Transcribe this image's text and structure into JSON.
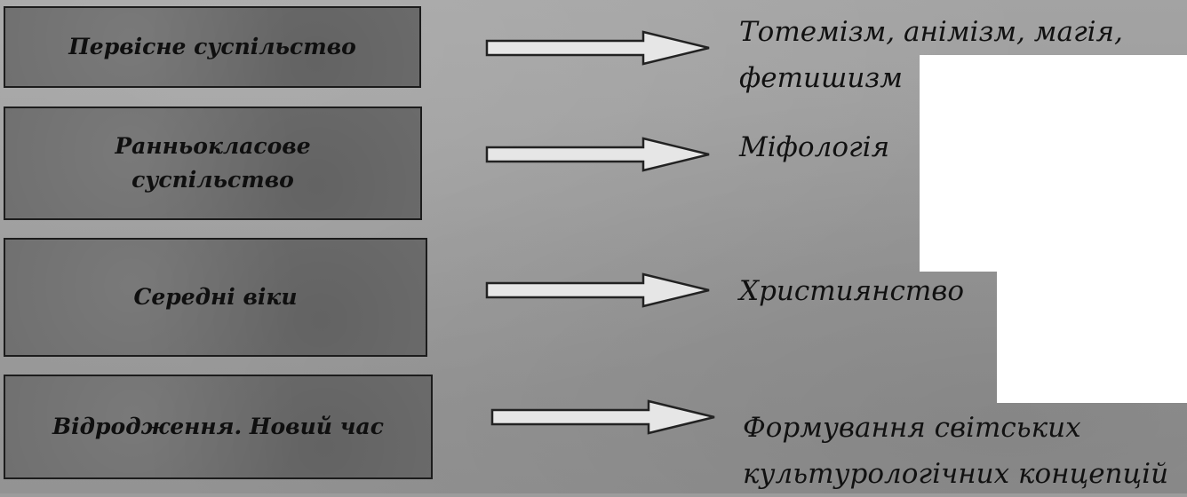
{
  "diagram": {
    "rows": [
      {
        "era": "Первісне суспільство",
        "outcome": "Тотемізм, анімізм, магія,\nфетишизм"
      },
      {
        "era": "Ранньокласове\nсуспільство",
        "outcome": "Міфологія"
      },
      {
        "era": "Середні віки",
        "outcome": "Християнство"
      },
      {
        "era": "Відродження. Новий час",
        "outcome": "Формування світських\nкультурологічних концепцій"
      }
    ]
  },
  "colors": {
    "background": "#9c9c9c",
    "box_fill": "#6e6e6e",
    "border": "#1c1c1c",
    "text": "#111111",
    "arrow_fill": "#e6e6e6"
  },
  "icons": [
    "right-arrow-icon"
  ]
}
